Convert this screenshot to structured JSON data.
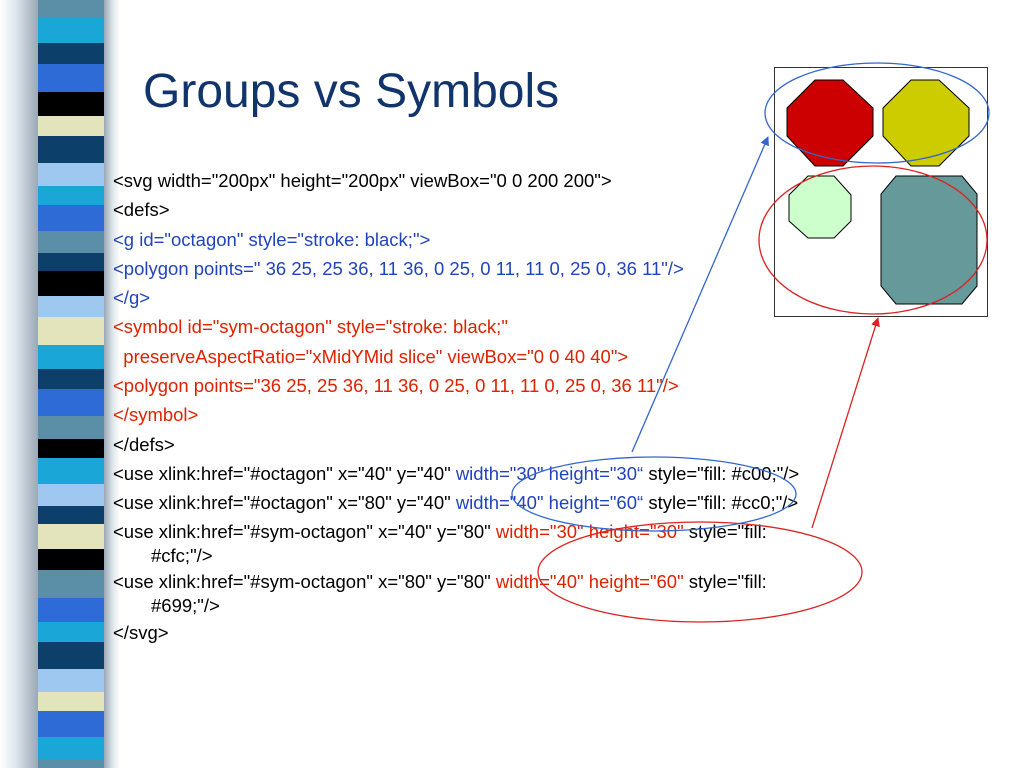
{
  "slide": {
    "title": "Groups vs Symbols",
    "lines": [
      {
        "segments": [
          {
            "text": "<svg width=\"200px\" height=\"200px\" viewBox=\"0 0 200 200\">",
            "color": "black"
          }
        ]
      },
      {
        "segments": [
          {
            "text": "<defs>",
            "color": "black"
          }
        ]
      },
      {
        "segments": [
          {
            "text": "<g id=\"octagon\" style=\"stroke: black;\">",
            "color": "blue"
          }
        ]
      },
      {
        "segments": [
          {
            "text": "<polygon points=\" 36 25, 25 36, 11 36, 0 25, 0 11, 11 0, 25 0, 36 11\"/>",
            "color": "blue"
          }
        ]
      },
      {
        "segments": [
          {
            "text": "</g>",
            "color": "blue"
          }
        ]
      },
      {
        "segments": [
          {
            "text": "<symbol id=\"sym-octagon\" style=\"stroke: black;\"",
            "color": "red"
          }
        ]
      },
      {
        "segments": [
          {
            "text": "  preserveAspectRatio=\"xMidYMid slice\" viewBox=\"0 0 40 40\">",
            "color": "red"
          }
        ]
      },
      {
        "segments": [
          {
            "text": "<polygon points=\"36 25, 25 36, 11 36, 0 25, 0 11, 11 0, 25 0, 36 11\"/>",
            "color": "red"
          }
        ]
      },
      {
        "segments": [
          {
            "text": "</symbol>",
            "color": "red"
          }
        ]
      },
      {
        "segments": [
          {
            "text": "</defs>",
            "color": "black"
          }
        ]
      },
      {
        "segments": [
          {
            "text": "<use xlink:href=\"#octagon\" x=\"40\" y=\"40\" ",
            "color": "black"
          },
          {
            "text": "width=\"30\" height=\"30“ ",
            "color": "blue"
          },
          {
            "text": "style=\"fill: #c00;\"/>",
            "color": "black"
          }
        ]
      },
      {
        "segments": [
          {
            "text": "<use xlink:href=\"#octagon\" x=\"80\" y=\"40\" ",
            "color": "black"
          },
          {
            "text": "width=\"40\" height=\"60“ ",
            "color": "blue"
          },
          {
            "text": "style=\"fill: #cc0;\"/>",
            "color": "black"
          }
        ]
      },
      {
        "segments": [
          {
            "text": "<use xlink:href=\"#sym-octagon\" x=\"40\" y=\"80\" ",
            "color": "black"
          },
          {
            "text": "width=\"30\" height=\"30\" ",
            "color": "red"
          },
          {
            "text": "style=\"fill:",
            "color": "black"
          }
        ],
        "cont": "#cfc;\"/>"
      },
      {
        "segments": [
          {
            "text": "<use xlink:href=\"#sym-octagon\" x=\"80\" y=\"80\" ",
            "color": "black"
          },
          {
            "text": "width=\"40\" height=\"60\" ",
            "color": "red"
          },
          {
            "text": "style=\"fill:",
            "color": "black"
          }
        ],
        "cont": "#699;\"/>"
      },
      {
        "segments": [
          {
            "text": "</svg>",
            "color": "black"
          }
        ]
      }
    ]
  },
  "figure": {
    "shapes": [
      {
        "name": "red-octagon",
        "fill": "#cc0000"
      },
      {
        "name": "yellow-octagon",
        "fill": "#cccc00"
      },
      {
        "name": "light-green-octagon",
        "fill": "#ccffcc"
      },
      {
        "name": "teal-octagon",
        "fill": "#669999"
      }
    ]
  },
  "colors": {
    "title": "#10346b",
    "code_blue": "#2244bb",
    "code_red": "#dd2200",
    "annotation_blue": "#3366cc",
    "annotation_red": "#dd2222",
    "stripes": [
      "#5b8fa8",
      "#1aa7d8",
      "#0d3f6b",
      "#2e6bd6",
      "#000000",
      "#e4e4bc",
      "#9ec8f0",
      "#ffffff"
    ]
  }
}
